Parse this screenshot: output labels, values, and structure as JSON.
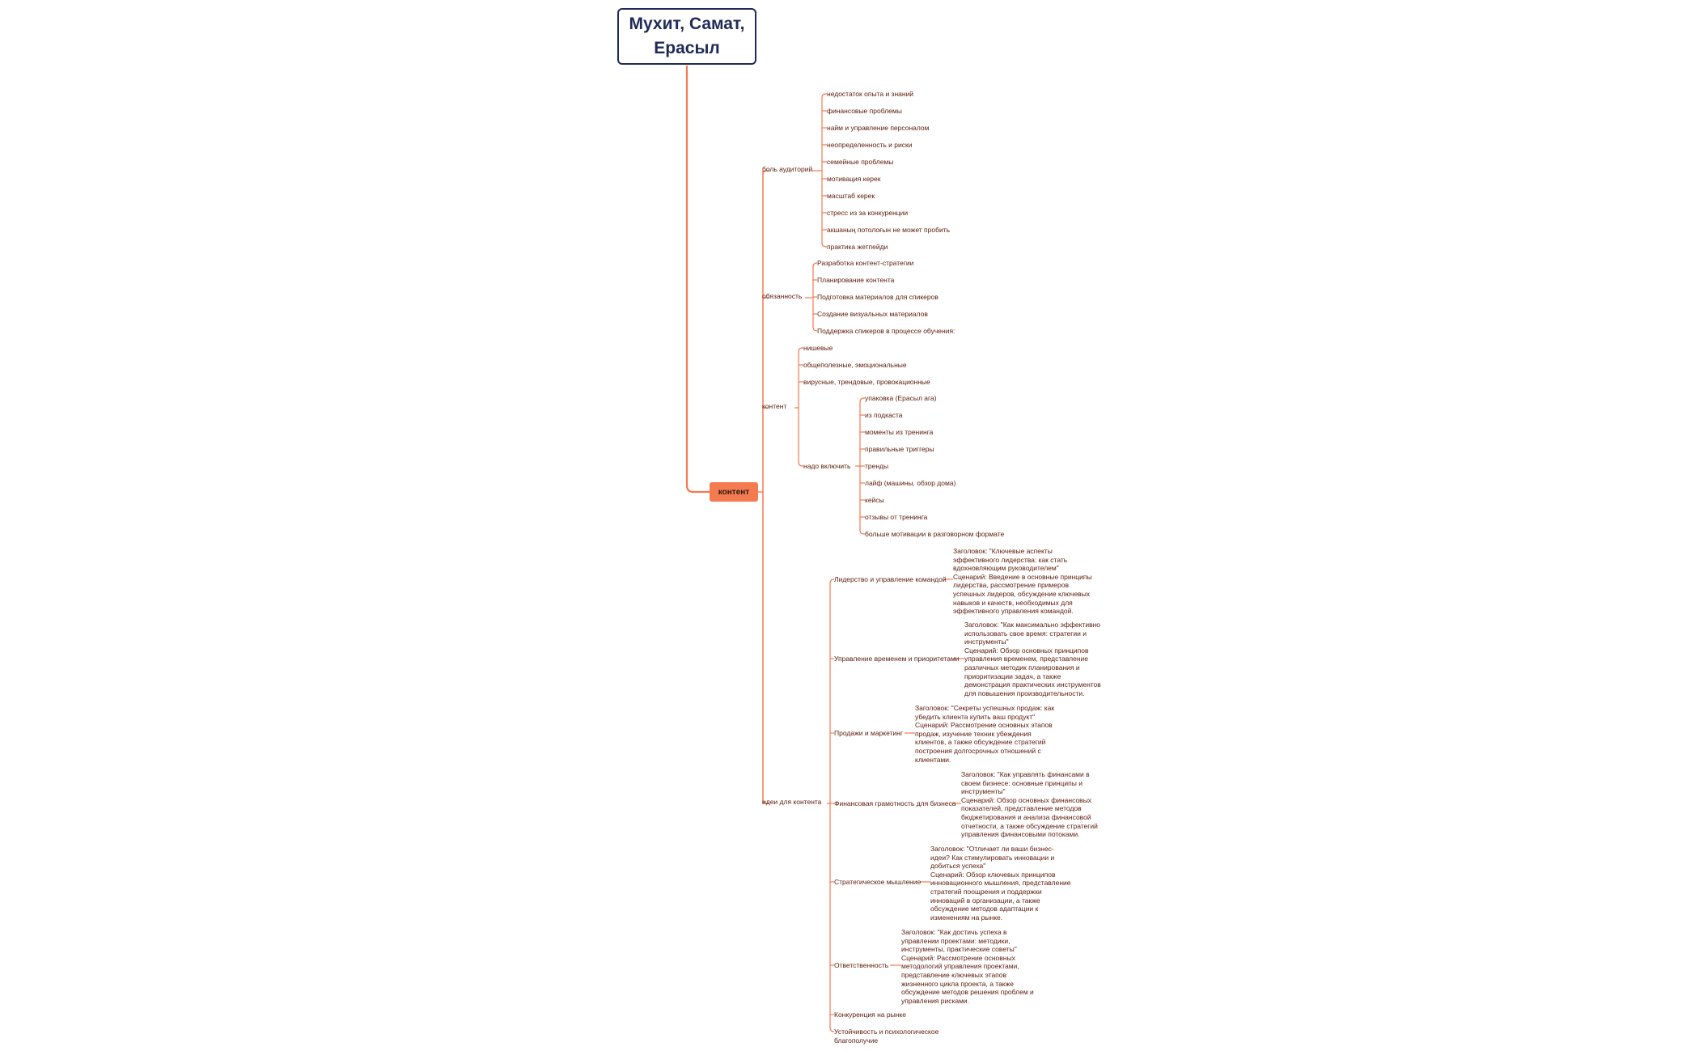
{
  "colors": {
    "line": "#f47a50",
    "root_border": "#1f2a56",
    "main_fill": "#f47a50",
    "text": "#5a1a0a"
  },
  "mindmap": {
    "root": "Мухит, Самат,\nЕрасыл",
    "main": "контент",
    "branches": [
      {
        "label": "боль аудиторий",
        "children": [
          "недостаток опыта и знаний",
          "финансовые проблемы",
          "найм и управление персоналом",
          "неопределенность и риски",
          "семейные проблемы",
          "мотивация керек",
          "масштаб керек",
          "стресс из за конкуренции",
          "акшаның потолоғын не может пробить",
          "практика жетпейди"
        ]
      },
      {
        "label": "обязанность",
        "children": [
          "Разработка контент-стратегии",
          "Планирование контента",
          "Подготовка материалов для спикеров",
          "Создание визуальных материалов",
          "Поддержка спикеров в процессе обучения:"
        ]
      },
      {
        "label": "контент",
        "children": [
          "нишевые",
          "общеполезные, эмоциональные",
          "вирусные, трендовые, провокационные"
        ],
        "sub": {
          "label": "надо включить",
          "children": [
            "упаковка (Ерасыл ага)",
            "из подкаста",
            "моменты из тренинга",
            "правильные триггеры",
            "тренды",
            "лайф (машины, обзор дома)",
            "кейсы",
            "отзывы от тренинга",
            "больше мотивации в разговорном формате"
          ]
        }
      },
      {
        "label": "идеи для контента",
        "children": [
          {
            "label": "Лидерство и управление командой",
            "detail": "Заголовок: \"Ключевые аспекты\nэффективного лидерства: как стать\nвдохновляющим руководителем\"\nСценарий: Введение в основные принципы\nлидерства, рассмотрение примеров\nуспешных лидеров, обсуждение ключевых\nнавыков и качеств, необходимых для\nэффективного управления командой."
          },
          {
            "label": "Управление временем и приоритетами",
            "detail": "Заголовок: \"Как максимально эффективно\nиспользовать свое время: стратегии и\nинструменты\"\nСценарий: Обзор основных принципов\nуправления временем, представление\nразличных методик планирования и\nприоритизации задач, а также\nдемонстрация практических инструментов\nдля повышения производительности."
          },
          {
            "label": "Продажи и маркетинг",
            "detail": "Заголовок: \"Секреты успешных продаж: как\nубедить клиента купить ваш продукт\"\nСценарий: Рассмотрение основных этапов\nпродаж, изучение техник убеждения\nклиентов, а также обсуждение стратегий\nпостроения долгосрочных отношений с\nклиентами."
          },
          {
            "label": "Финансовая грамотность для бизнеса",
            "detail": "Заголовок: \"Как управлять финансами в\nсвоем бизнесе: основные принципы и\nинструменты\"\nСценарий: Обзор основных финансовых\nпоказателей, представление методов\nбюджетирования и анализа финансовой\nотчетности, а также обсуждение стратегий\nуправления финансовыми потоками."
          },
          {
            "label": "Стратегическое мышление",
            "detail": "Заголовок: \"Отличает ли ваши бизнес-\nидеи? Как стимулировать инновации и\nдобиться успеха\"\nСценарий: Обзор ключевых принципов\nинновационного мышления, представление\nстратегий поощрения и поддержки\nинноваций в организации, а также\nобсуждение методов адаптации к\nизменениям на рынке."
          },
          {
            "label": "Ответственность",
            "detail": "Заголовок: \"Как достичь успеха в\nуправлении проектами: методики,\nинструменты, практические советы\"\nСценарий: Рассмотрение основных\nметодологий управления проектами,\nпредставление ключевых этапов\nжизненного цикла проекта, а также\nобсуждение методов решения проблем и\nуправления рисками."
          },
          {
            "label": "Конкуренция на рынке",
            "detail": ""
          },
          {
            "label": "Устойчивость и психологическое\nблагополучие",
            "detail": ""
          }
        ]
      }
    ]
  }
}
